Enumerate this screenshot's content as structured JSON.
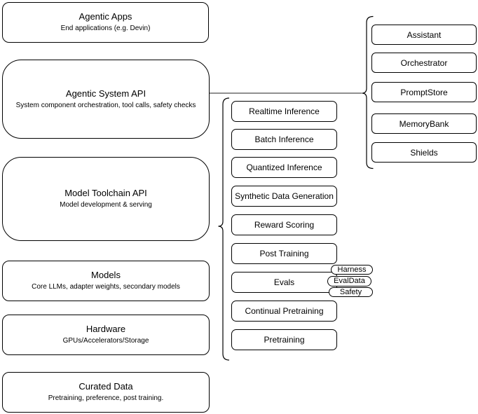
{
  "left_stack": [
    {
      "title": "Agentic Apps",
      "subtitle": "End applications (e.g. Devin)"
    },
    {
      "title": "Agentic System API",
      "subtitle": "System component orchestration, tool calls, safety checks"
    },
    {
      "title": "Model Toolchain API",
      "subtitle": "Model development & serving"
    },
    {
      "title": "Models",
      "subtitle": "Core LLMs, adapter weights, secondary models"
    },
    {
      "title": "Hardware",
      "subtitle": "GPUs/Accelerators/Storage"
    },
    {
      "title": "Curated Data",
      "subtitle": "Pretraining, preference, post training."
    }
  ],
  "toolchain_stack": [
    "Realtime Inference",
    "Batch Inference",
    "Quantized Inference",
    "Synthetic Data Generation",
    "Reward Scoring",
    "Post Training",
    "Evals",
    "Continual Pretraining",
    "Pretraining"
  ],
  "evals_pills": [
    "Harness",
    "EvalData",
    "Safety"
  ],
  "system_stack": [
    "Assistant",
    "Orchestrator",
    "PromptStore",
    "MemoryBank",
    "Shields"
  ],
  "colors": {
    "border": "#000000",
    "background": "#ffffff",
    "connector": "#4d4d4d"
  }
}
